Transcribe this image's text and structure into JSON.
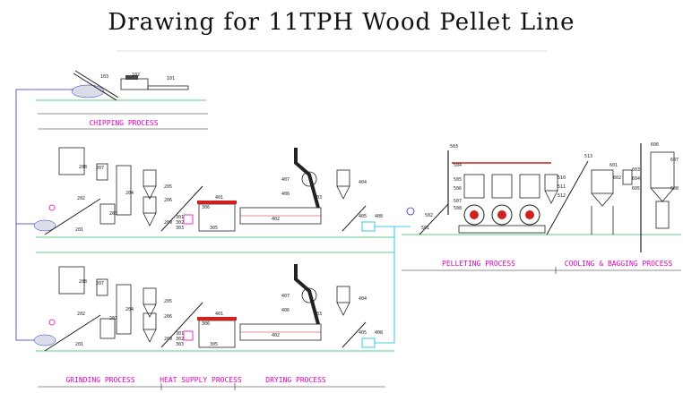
{
  "title": "Drawing for 11TPH Wood Pellet Line",
  "colors": {
    "line": "#222222",
    "feed": "#3030c0",
    "process": "#e000c0",
    "ground": "#20c060",
    "cyan": "#00c0e0",
    "red": "#d02020"
  },
  "processes": {
    "chipping": "CHIPPING PROCESS",
    "grinding": "GRINDING PROCESS",
    "heat_supply": "HEAT SUPPLY PROCESS",
    "drying": "DRYING PROCESS",
    "pelleting": "PELLETING PROCESS",
    "cooling": "COOLING & BAGGING PROCESS"
  },
  "labels": {
    "n101": "101",
    "n102": "102",
    "n103": "103",
    "n201": "201",
    "n202": "202",
    "n203": "203",
    "n204": "204",
    "n205": "205",
    "n206": "206",
    "n207": "207",
    "n208": "208",
    "n209": "209",
    "n301": "301",
    "n302": "302",
    "n303": "303",
    "n305": "305",
    "n306": "306",
    "n401": "401",
    "n402": "402",
    "n403": "403",
    "n404": "404",
    "n405": "405",
    "n406": "406",
    "n407": "407",
    "n408": "408",
    "n501": "501",
    "n502": "502",
    "n503": "503",
    "n504": "504",
    "n505": "505",
    "n506": "506",
    "n507": "507",
    "n508": "508",
    "n510": "510",
    "n511": "511",
    "n512": "512",
    "n513": "513",
    "n601": "601",
    "n602": "602",
    "n603": "603",
    "n604": "604",
    "n605": "605",
    "n606": "606",
    "n607": "607",
    "n608": "608"
  }
}
